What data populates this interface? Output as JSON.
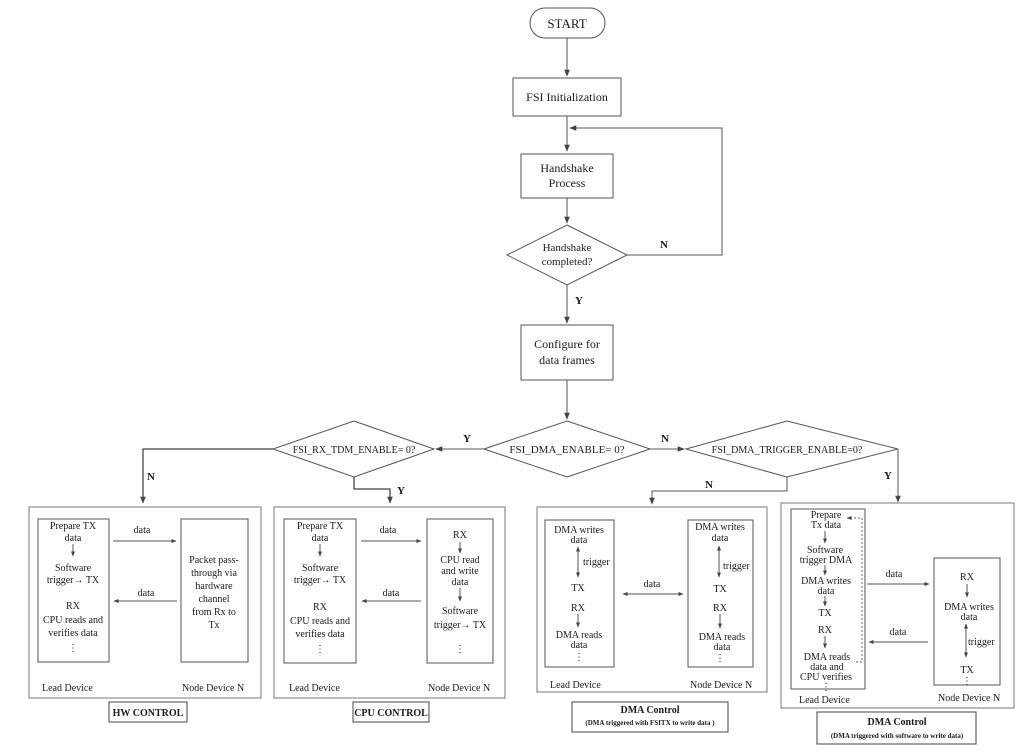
{
  "flow": {
    "start": "START",
    "init": "FSI Initialization",
    "handshake_l1": "Handshake",
    "handshake_l2": "Process",
    "hs_decision_l1": "Handshake",
    "hs_decision_l2": "completed?",
    "config_l1": "Configure for",
    "config_l2": "data frames",
    "dma_enable": "FSI_DMA_ENABLE= 0?",
    "rx_tdm_enable": "FSI_RX_TDM_ENABLE= 0?",
    "dma_trigger_enable": "FSI_DMA_TRIGGER_ENABLE=0?",
    "label_yes": "Y",
    "label_no": "N"
  },
  "panels": {
    "hw": {
      "lead_lines": [
        "Prepare TX",
        "data",
        "Software",
        "trigger→ TX",
        "RX",
        "CPU reads and",
        "verifies data",
        "⋮"
      ],
      "node_lines": [
        "Packet pass-",
        "through via",
        "hardware",
        "channel",
        "from Rx  to",
        "Tx"
      ],
      "arrow_top": "data",
      "arrow_bottom": "data",
      "lead_label": "Lead Device",
      "node_label": "Node Device N",
      "caption": "HW CONTROL"
    },
    "cpu": {
      "lead_lines": [
        "Prepare TX",
        "data",
        "Software",
        "trigger→ TX",
        "RX",
        "CPU reads and",
        "verifies data",
        "⋮"
      ],
      "node_lines": [
        "RX",
        "CPU read",
        "and write",
        "data",
        "Software",
        "trigger→ TX",
        "⋮"
      ],
      "arrow_top": "data",
      "arrow_bottom": "data",
      "lead_label": "Lead Device",
      "node_label": "Node Device N",
      "caption": "CPU CONTROL"
    },
    "dma1": {
      "lead_lines": [
        "DMA writes",
        "data",
        "trigger",
        "TX",
        "RX",
        "DMA reads",
        "data",
        "⋮"
      ],
      "node_lines": [
        "DMA writes",
        "data",
        "trigger",
        "TX",
        "RX",
        "DMA reads",
        "data",
        "⋮"
      ],
      "arrow_mid": "data",
      "lead_label": "Lead Device",
      "node_label": "Node Device N",
      "caption_title": "DMA Control",
      "caption_sub": "(DMA triggered with FSITX to write data )"
    },
    "dma2": {
      "lead_lines": [
        "Prepare",
        "Tx data",
        "Software",
        "trigger DMA",
        "DMA writes",
        "data",
        "TX",
        "RX",
        "DMA reads",
        "data and",
        "CPU verifies",
        "⋮"
      ],
      "node_lines": [
        "RX",
        "DMA writes",
        "data",
        "trigger",
        "TX",
        "⋮"
      ],
      "arrow_top": "data",
      "arrow_bottom": "data",
      "lead_label": "Lead Device",
      "node_label": "Node Device N",
      "caption_title": "DMA Control",
      "caption_sub": "(DMA triggered with software to write data)"
    }
  }
}
